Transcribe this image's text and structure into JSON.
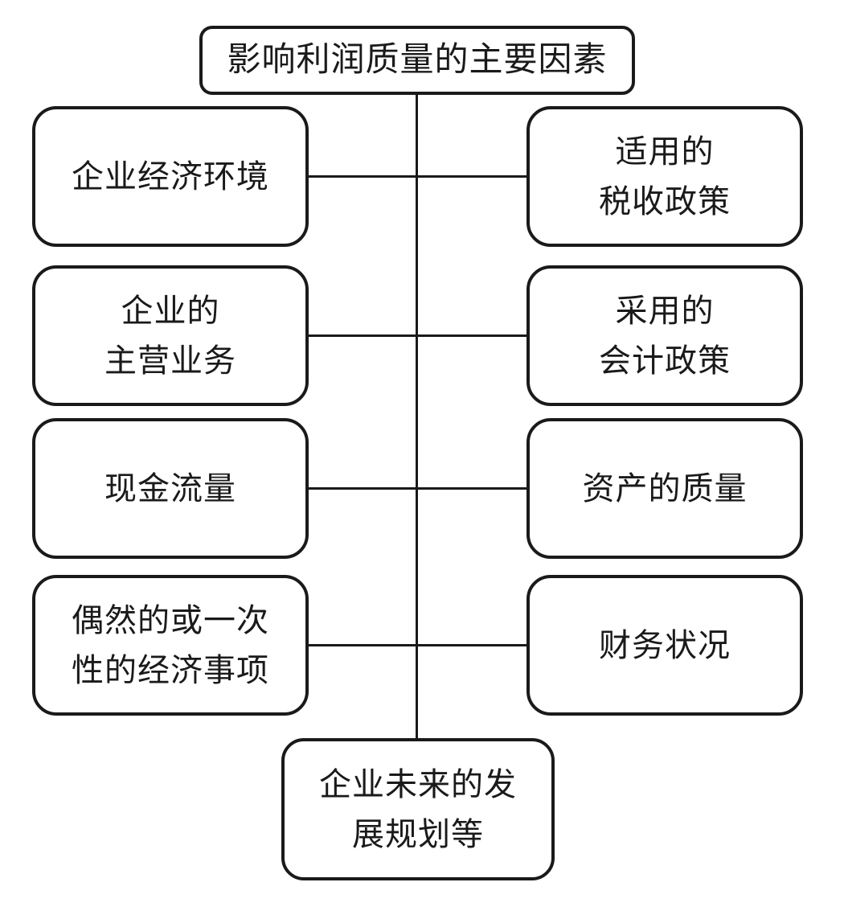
{
  "diagram": {
    "title": "影响利润质量的主要因素",
    "left_nodes": [
      {
        "lines": [
          "企业经济环境"
        ]
      },
      {
        "lines": [
          "企业的",
          "主营业务"
        ]
      },
      {
        "lines": [
          "现金流量"
        ]
      },
      {
        "lines": [
          "偶然的或一次",
          "性的经济事项"
        ]
      }
    ],
    "right_nodes": [
      {
        "lines": [
          "适用的",
          "税收政策"
        ]
      },
      {
        "lines": [
          "采用的",
          "会计政策"
        ]
      },
      {
        "lines": [
          "资产的质量"
        ]
      },
      {
        "lines": [
          "财务状况"
        ]
      }
    ],
    "bottom_node": {
      "lines": [
        "企业未来的发",
        "展规划等"
      ]
    },
    "colors": {
      "line": "#1a1a1a",
      "background": "#ffffff"
    }
  }
}
